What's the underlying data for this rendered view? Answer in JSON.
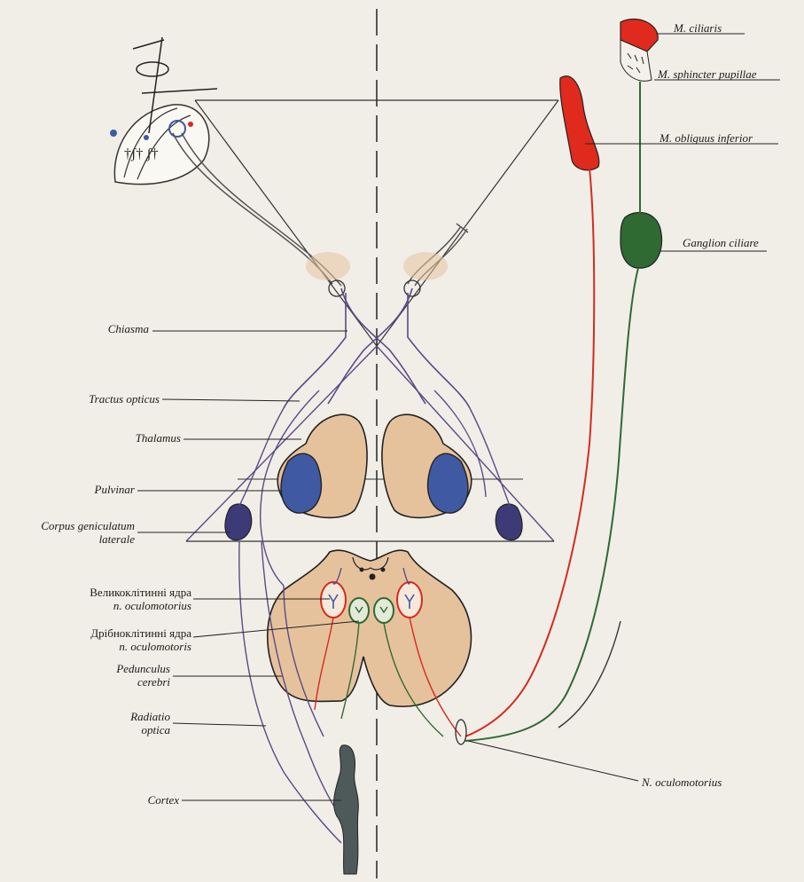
{
  "labels": {
    "ciliaris": "M. ciliaris",
    "sphincter": "M. sphincter pupillae",
    "obliquus": "M. obliguus inferior",
    "ganglion": "Ganglion ciliare",
    "chiasma": "Chiasma",
    "tractus": "Tractus opticus",
    "thalamus": "Thalamus",
    "pulvinar": "Pulvinar",
    "corpus_1": "Corpus geniculatum",
    "corpus_2": "laterale",
    "great_nuclei_1": "Великоклітинні ядра",
    "great_nuclei_2": "n. oculomotorius",
    "small_nuclei_1": "Дрібноклітинні ядра",
    "small_nuclei_2": "n. oculomotoris",
    "pedunculus_1": "Pedunculus",
    "pedunculus_2": "cerebri",
    "radiatio_1": "Radiatio",
    "radiatio_2": "optica",
    "cortex": "Cortex",
    "oculomotorius": "N. oculomotorius"
  },
  "colors": {
    "background": "#f1eee8",
    "tissue": "#e6c29c",
    "pulvinar_blue": "#3f5aa3",
    "geniculate": "#3d3a78",
    "nerve_purple": "#5a4a86",
    "nerve_red": "#d52b1e",
    "muscle_red": "#e02a1d",
    "ganglion_green": "#2f6a33",
    "cortex_gray": "#4e5a5a"
  }
}
